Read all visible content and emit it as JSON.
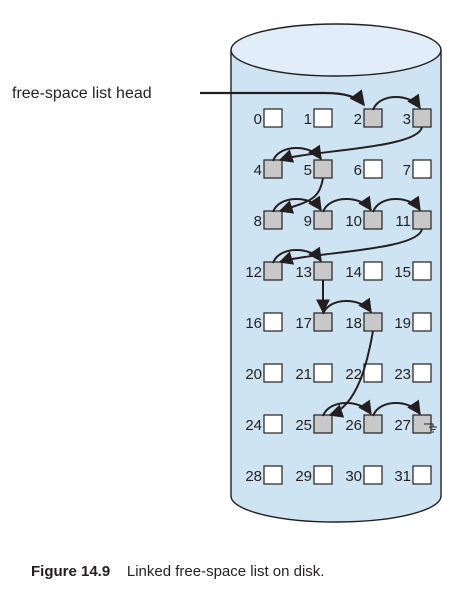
{
  "head_label": "free-space list head",
  "blocks": [
    "0",
    "1",
    "2",
    "3",
    "4",
    "5",
    "6",
    "7",
    "8",
    "9",
    "10",
    "11",
    "12",
    "13",
    "14",
    "15",
    "16",
    "17",
    "18",
    "19",
    "20",
    "21",
    "22",
    "23",
    "24",
    "25",
    "26",
    "27",
    "28",
    "29",
    "30",
    "31"
  ],
  "free_blocks": [
    2,
    3,
    4,
    5,
    8,
    9,
    10,
    11,
    12,
    13,
    17,
    18,
    25,
    26,
    27
  ],
  "list_order": [
    2,
    3,
    4,
    5,
    8,
    9,
    10,
    11,
    12,
    13,
    17,
    18,
    25,
    26,
    27
  ],
  "list_end_symbol": "ground-icon",
  "colors": {
    "cylinder_fill": "#cfe4f3",
    "cylinder_top": "#e1edf8",
    "free_block": "#c8c8c8",
    "used_block": "#ffffff",
    "stroke": "#231f20"
  },
  "caption": {
    "figure": "Figure 14.9",
    "text": "Linked free-space list on disk."
  }
}
